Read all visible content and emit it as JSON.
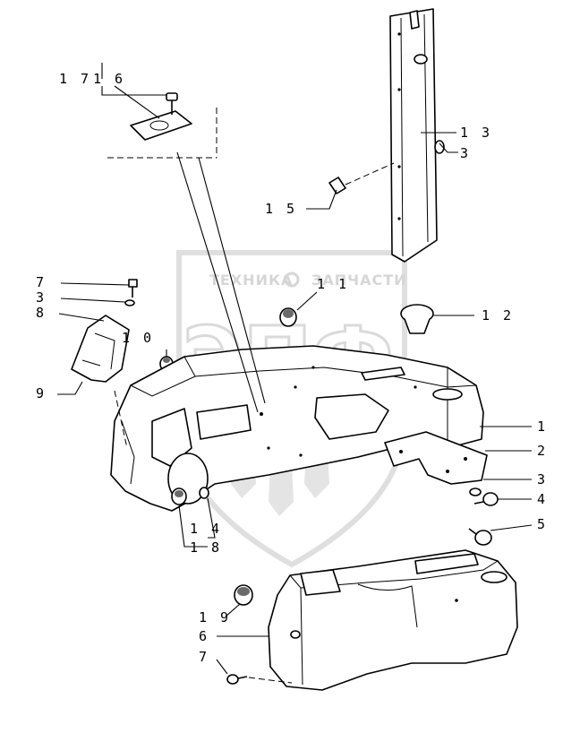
{
  "watermark": {
    "left_word": "ТЕХНИКА",
    "right_word": "ЗАПЧАСТИ",
    "big_text": "ЭПФ"
  },
  "callouts": [
    {
      "id": "17",
      "text": "1 7"
    },
    {
      "id": "16",
      "text": "1 6"
    },
    {
      "id": "13",
      "text": "1 3"
    },
    {
      "id": "3a",
      "text": "3"
    },
    {
      "id": "15",
      "text": "1 5"
    },
    {
      "id": "7a",
      "text": "7"
    },
    {
      "id": "3b",
      "text": "3"
    },
    {
      "id": "8",
      "text": "8"
    },
    {
      "id": "11",
      "text": "1 1"
    },
    {
      "id": "12",
      "text": "1 2"
    },
    {
      "id": "10",
      "text": "1 0"
    },
    {
      "id": "9",
      "text": "9"
    },
    {
      "id": "1",
      "text": "1"
    },
    {
      "id": "2",
      "text": "2"
    },
    {
      "id": "3c",
      "text": "3"
    },
    {
      "id": "4",
      "text": "4"
    },
    {
      "id": "5",
      "text": "5"
    },
    {
      "id": "14",
      "text": "1 4"
    },
    {
      "id": "18",
      "text": "1 8"
    },
    {
      "id": "19",
      "text": "1 9"
    },
    {
      "id": "6",
      "text": "6"
    },
    {
      "id": "7b",
      "text": "7"
    }
  ]
}
